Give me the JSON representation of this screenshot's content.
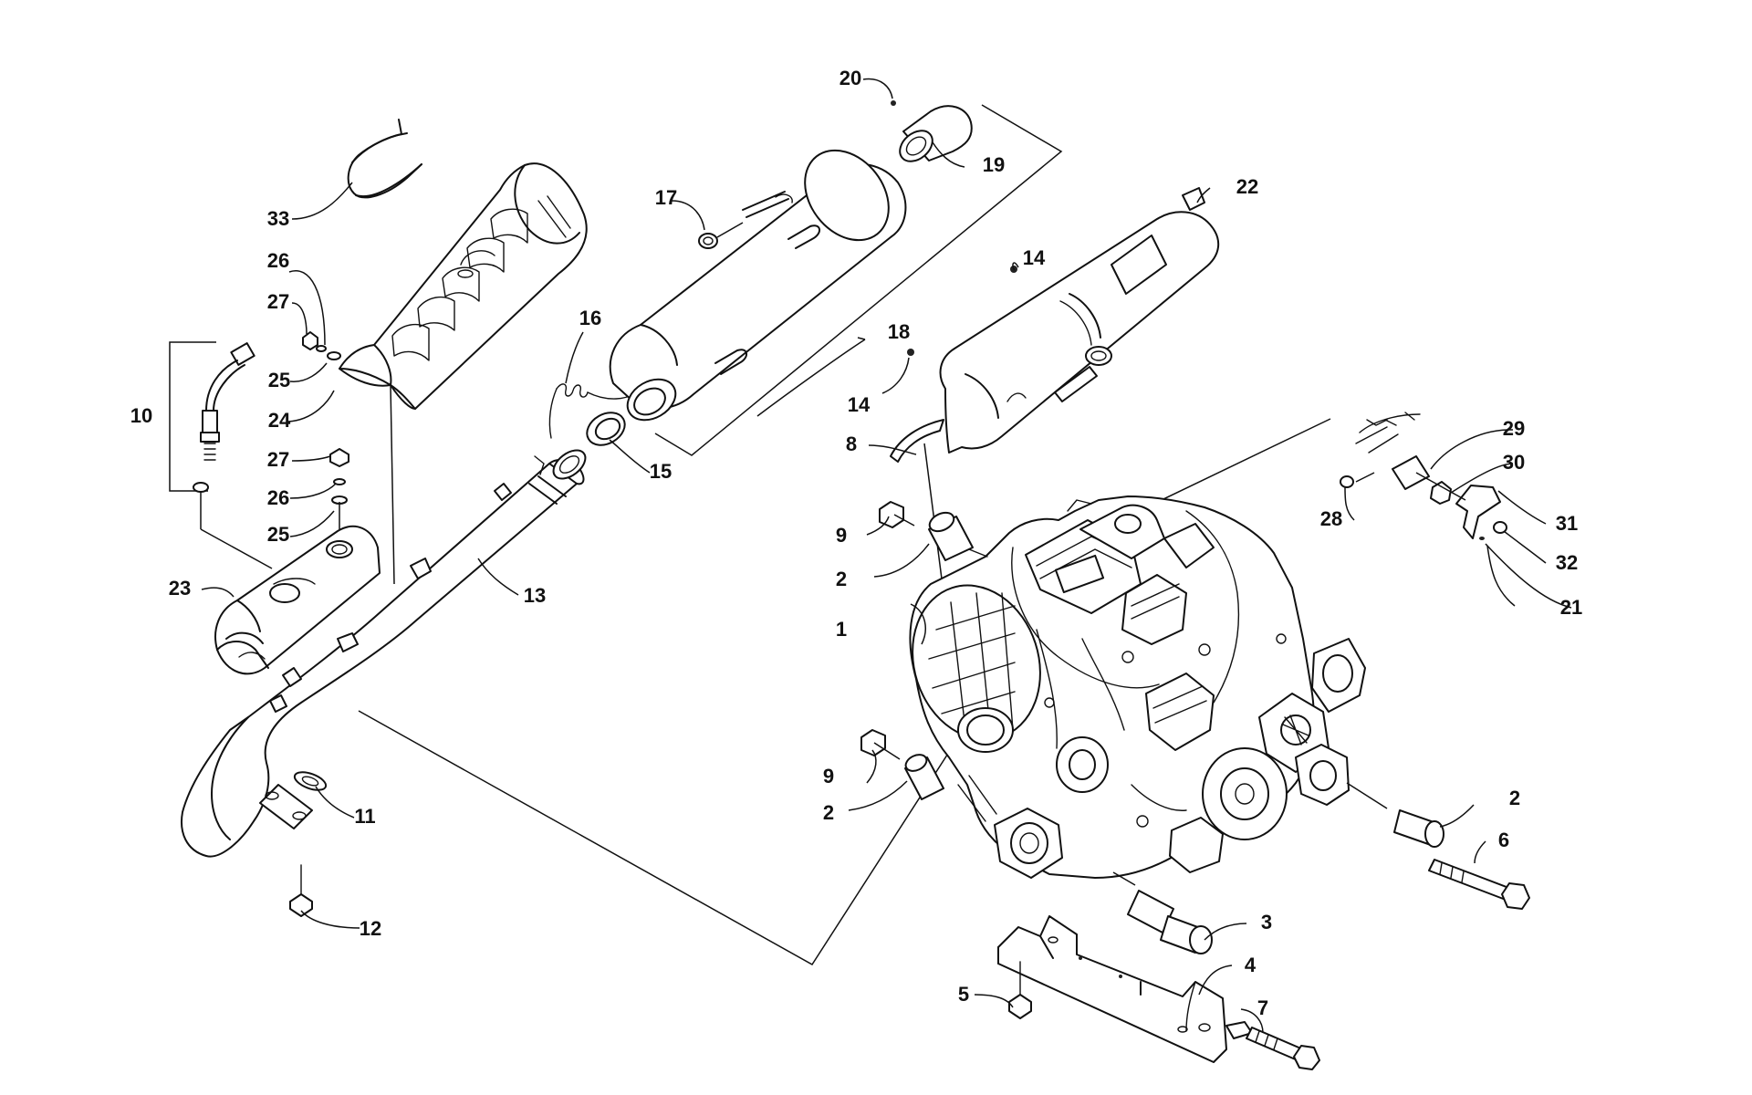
{
  "callouts": [
    {
      "id": "c1",
      "text": "1"
    },
    {
      "id": "c2a",
      "text": "2"
    },
    {
      "id": "c2b",
      "text": "2"
    },
    {
      "id": "c2c",
      "text": "2"
    },
    {
      "id": "c3",
      "text": "3"
    },
    {
      "id": "c4",
      "text": "4"
    },
    {
      "id": "c5",
      "text": "5"
    },
    {
      "id": "c6",
      "text": "6"
    },
    {
      "id": "c7",
      "text": "7"
    },
    {
      "id": "c8",
      "text": "8"
    },
    {
      "id": "c9a",
      "text": "9"
    },
    {
      "id": "c9b",
      "text": "9"
    },
    {
      "id": "c10",
      "text": "10"
    },
    {
      "id": "c11",
      "text": "11"
    },
    {
      "id": "c12",
      "text": "12"
    },
    {
      "id": "c13",
      "text": "13"
    },
    {
      "id": "c14a",
      "text": "14"
    },
    {
      "id": "c14b",
      "text": "14"
    },
    {
      "id": "c15",
      "text": "15"
    },
    {
      "id": "c16",
      "text": "16"
    },
    {
      "id": "c17",
      "text": "17"
    },
    {
      "id": "c18",
      "text": "18"
    },
    {
      "id": "c19",
      "text": "19"
    },
    {
      "id": "c20",
      "text": "20"
    },
    {
      "id": "c21",
      "text": "21"
    },
    {
      "id": "c22",
      "text": "22"
    },
    {
      "id": "c23",
      "text": "23"
    },
    {
      "id": "c24",
      "text": "24"
    },
    {
      "id": "c25a",
      "text": "25"
    },
    {
      "id": "c25b",
      "text": "25"
    },
    {
      "id": "c26a",
      "text": "26"
    },
    {
      "id": "c26b",
      "text": "26"
    },
    {
      "id": "c27a",
      "text": "27"
    },
    {
      "id": "c27b",
      "text": "27"
    },
    {
      "id": "c28",
      "text": "28"
    },
    {
      "id": "c29",
      "text": "29"
    },
    {
      "id": "c30",
      "text": "30"
    },
    {
      "id": "c31",
      "text": "31"
    },
    {
      "id": "c32",
      "text": "32"
    },
    {
      "id": "c33",
      "text": "33"
    }
  ]
}
